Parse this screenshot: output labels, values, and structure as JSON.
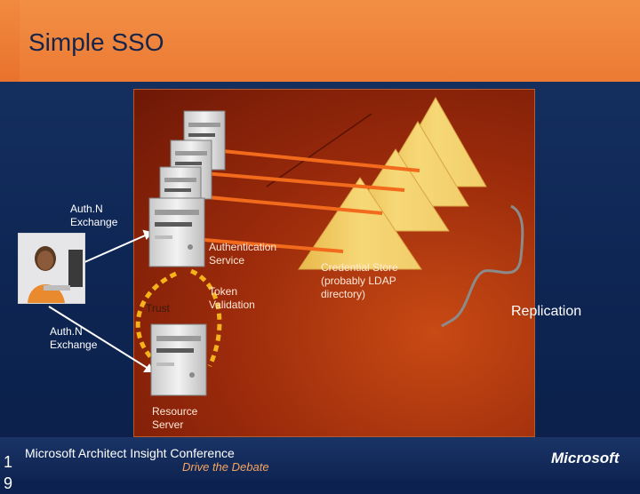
{
  "slide": {
    "title": "Simple SSO",
    "page_number": "1 9"
  },
  "labels": {
    "authn_exchange_top": "Auth.N\nExchange",
    "authn_exchange_bottom": "Auth.N\nExchange",
    "authentication_service": "Authentication\nService",
    "token_validation": "Token\nValidation",
    "trust": "Trust",
    "resource_server": "Resource\nServer",
    "credential_store": "Credential Store\n(probably LDAP\ndirectory)",
    "replication": "Replication"
  },
  "footer": {
    "conference": "Microsoft Architect Insight Conference",
    "tagline": "Drive the Debate",
    "logo": "Microsoft"
  },
  "icons": [
    "server-icon",
    "person-photo-icon",
    "credential-store-cone-icon",
    "replication-brace-icon"
  ],
  "colors": {
    "title_bar": "#ec7a33",
    "stage": "#9a2a0b",
    "arrows": "#f26a1b",
    "trust_loop": "#f5b21b",
    "cones": "#f3cf6c"
  }
}
